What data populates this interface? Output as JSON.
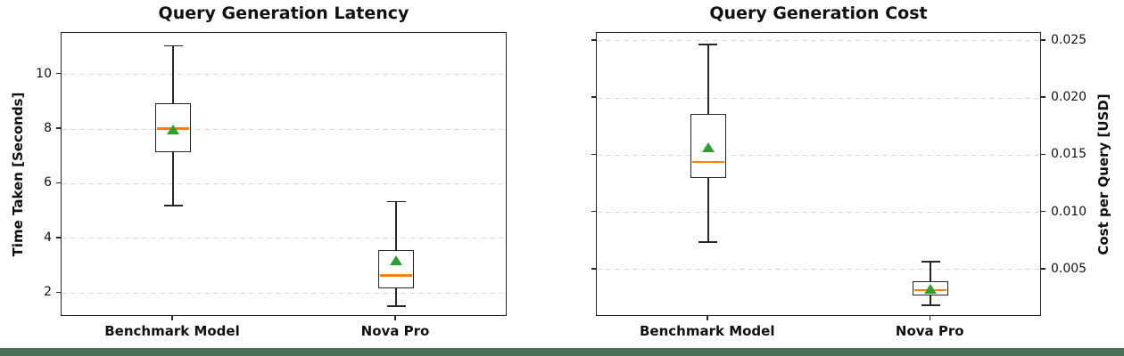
{
  "page": {
    "background": "#ffffff",
    "footer_band_color": "#4a7257"
  },
  "chart_data": [
    {
      "type": "box",
      "title": "Query Generation Latency",
      "ylabel": "Time Taken [Seconds]",
      "ylabel_side": "left",
      "categories": [
        "Benchmark Model",
        "Nova Pro"
      ],
      "yticks": [
        2,
        4,
        6,
        8,
        10
      ],
      "ytick_labels": [
        "2",
        "4",
        "6",
        "8",
        "10"
      ],
      "ylim": [
        1.13,
        11.52
      ],
      "grid": "horizontal-dashed",
      "legend": "none",
      "series": [
        {
          "name": "Benchmark Model",
          "whisker_low": 5.2,
          "q1": 7.17,
          "median": 8.02,
          "mean": 8.0,
          "q3": 8.94,
          "whisker_high": 11.05
        },
        {
          "name": "Nova Pro",
          "whisker_low": 1.52,
          "q1": 2.18,
          "median": 2.65,
          "mean": 3.2,
          "q3": 3.57,
          "whisker_high": 5.35
        }
      ],
      "colors": {
        "median_line": "#ff7f0e",
        "mean_marker": "#2ca02c",
        "box_edge": "#262626",
        "gridline": "#dcdcdc"
      }
    },
    {
      "type": "box",
      "title": "Query Generation Cost",
      "ylabel": "Cost per Query [USD]",
      "ylabel_side": "right",
      "categories": [
        "Benchmark Model",
        "Nova Pro"
      ],
      "yticks": [
        0.005,
        0.01,
        0.015,
        0.02,
        0.025
      ],
      "ytick_labels": [
        "0.005",
        "0.010",
        "0.015",
        "0.020",
        "0.025"
      ],
      "ylim": [
        0.00086,
        0.0257
      ],
      "grid": "horizontal-dashed",
      "legend": "none",
      "series": [
        {
          "name": "Benchmark Model",
          "whisker_low": 0.0074,
          "q1": 0.013,
          "median": 0.0144,
          "mean": 0.0157,
          "q3": 0.0186,
          "whisker_high": 0.0247
        },
        {
          "name": "Nova Pro",
          "whisker_low": 0.0019,
          "q1": 0.0027,
          "median": 0.0032,
          "mean": 0.0033,
          "q3": 0.004,
          "whisker_high": 0.0057
        }
      ],
      "colors": {
        "median_line": "#ff7f0e",
        "mean_marker": "#2ca02c",
        "box_edge": "#262626",
        "gridline": "#dcdcdc"
      }
    }
  ]
}
